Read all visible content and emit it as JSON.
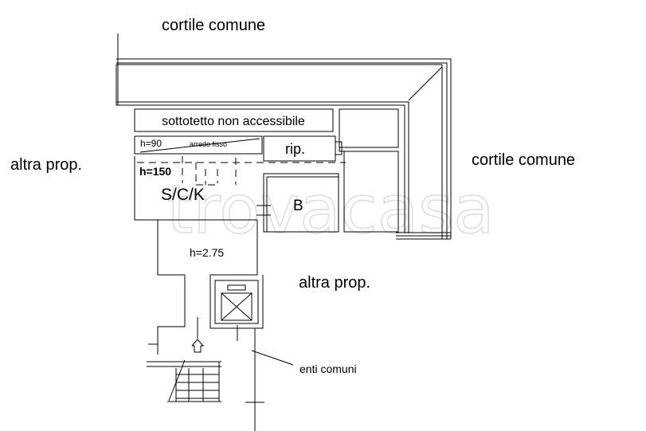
{
  "labels": {
    "cortile_top": "cortile comune",
    "cortile_right": "cortile comune",
    "altra_left": "altra prop.",
    "altra_right": "altra prop.",
    "sottotetto": "sottotetto non accessibile",
    "h90": "h=90",
    "arredo": "arredo fisso",
    "rip": "rip.",
    "h150": "h=150",
    "sck": "S/C/K",
    "b": "B",
    "h275": "h=2.75",
    "enti": "enti comuni"
  },
  "watermark": "trovacasa",
  "colors": {
    "line": "#000000",
    "watermark": "#dcdcdc"
  }
}
